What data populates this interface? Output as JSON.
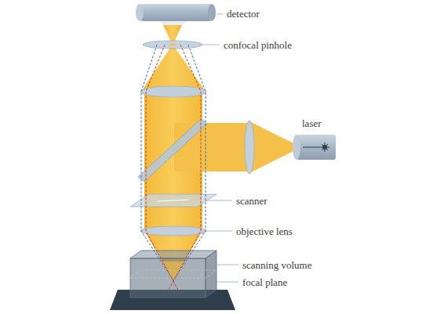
{
  "diagram": {
    "labels": [
      "detector",
      "confocal pinhole",
      "laser",
      "scanner",
      "objective lens",
      "scanning volume",
      "focal plane"
    ]
  }
}
